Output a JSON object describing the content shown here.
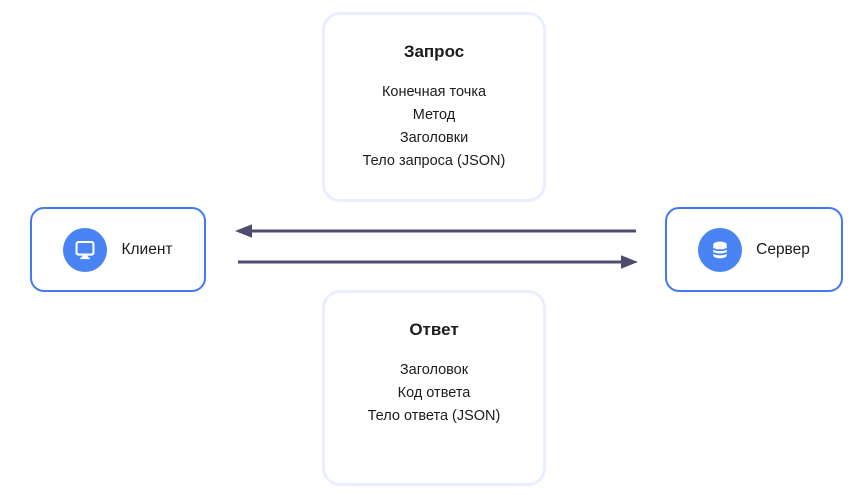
{
  "request_panel": {
    "title": "Запрос",
    "items": [
      "Конечная точка",
      "Метод",
      "Заголовки",
      "Тело запроса (JSON)"
    ]
  },
  "response_panel": {
    "title": "Ответ",
    "items": [
      "Заголовок",
      "Код ответа",
      "Тело ответа (JSON)"
    ]
  },
  "client_node": {
    "label": "Клиент",
    "icon": "monitor-icon"
  },
  "server_node": {
    "label": "Сервер",
    "icon": "database-icon"
  },
  "arrows": {
    "top": {
      "direction": "left",
      "from": "Сервер",
      "to": "Клиент"
    },
    "bottom": {
      "direction": "right",
      "from": "Клиент",
      "to": "Сервер"
    }
  },
  "colors": {
    "page_background": "#ffffff",
    "panel_border": "#e9efff",
    "node_border": "#4379f2",
    "icon_circle": "#4a84f4",
    "arrow": "#4d4c6e",
    "text": "#1c1c1c"
  }
}
